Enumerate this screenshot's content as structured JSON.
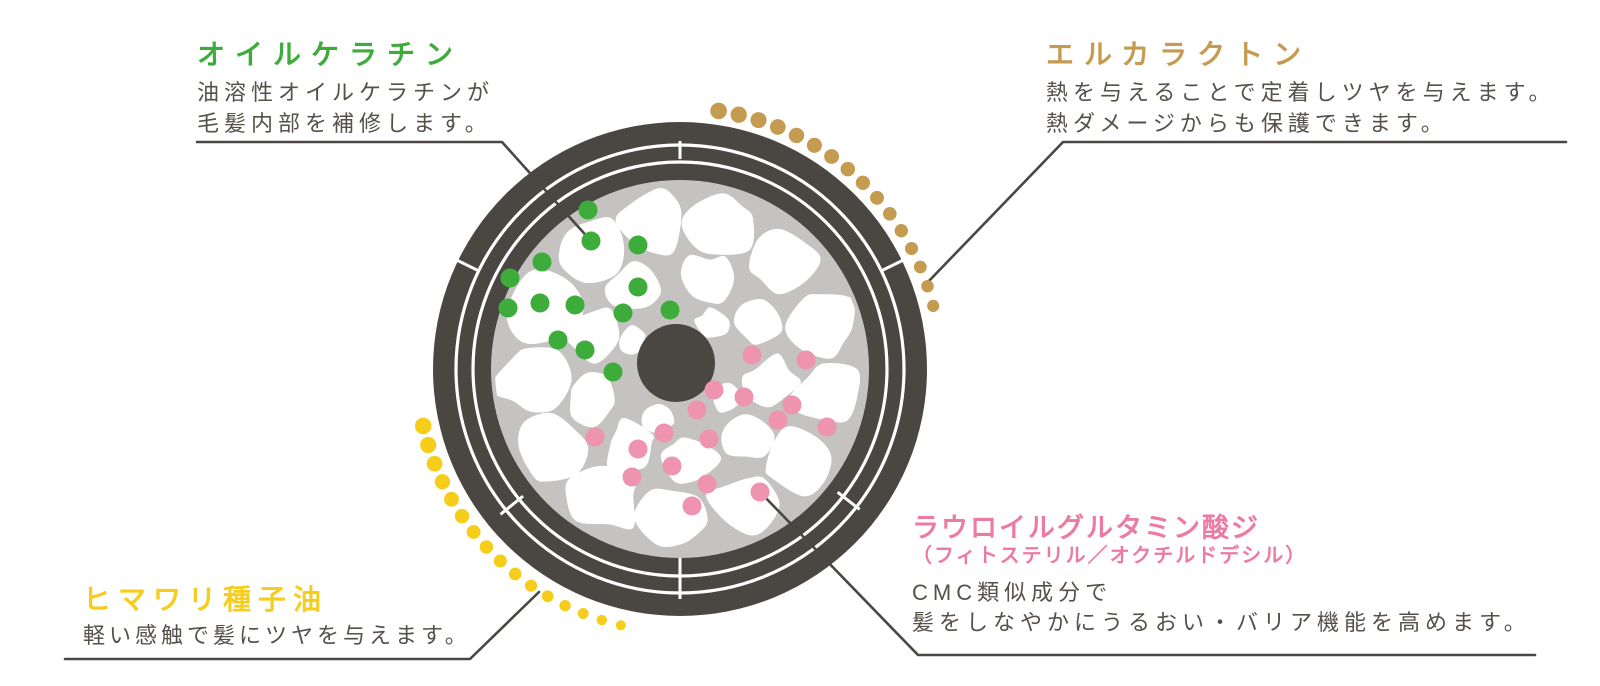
{
  "figure": {
    "kind": "hair-cross-section-ingredient-diagram",
    "background": "#ffffff"
  },
  "colors": {
    "green": "#3eac3b",
    "gold": "#c59b52",
    "yellow": "#f6cd1b",
    "pink": "#ec7ba4",
    "pink-dot": "#ee94b0",
    "dark": "#4a4743",
    "gray": "#c4c3c1",
    "text": "#55504a",
    "line": "#4a4743"
  },
  "labels": {
    "oil_keratin": {
      "title": "オイルケラチン",
      "lines": [
        "油溶性オイルケラチンが",
        "毛髪内部を補修します。"
      ]
    },
    "elcalactone": {
      "title": "エルカラクトン",
      "lines": [
        "熱を与えることで定着しツヤを与えます。",
        "熱ダメージからも保護できます。"
      ]
    },
    "sunflower": {
      "title": "ヒマワリ種子油",
      "lines": [
        "軽い感触で髪にツヤを与えます。"
      ]
    },
    "lauroyl": {
      "title": "ラウロイルグルタミン酸ジ",
      "subtitle": "（フィトステリル／オクチルドデシル）",
      "lines": [
        "CMC類似成分で",
        "髪をしなやかにうるおい・バリア機能を高めます。"
      ]
    }
  }
}
